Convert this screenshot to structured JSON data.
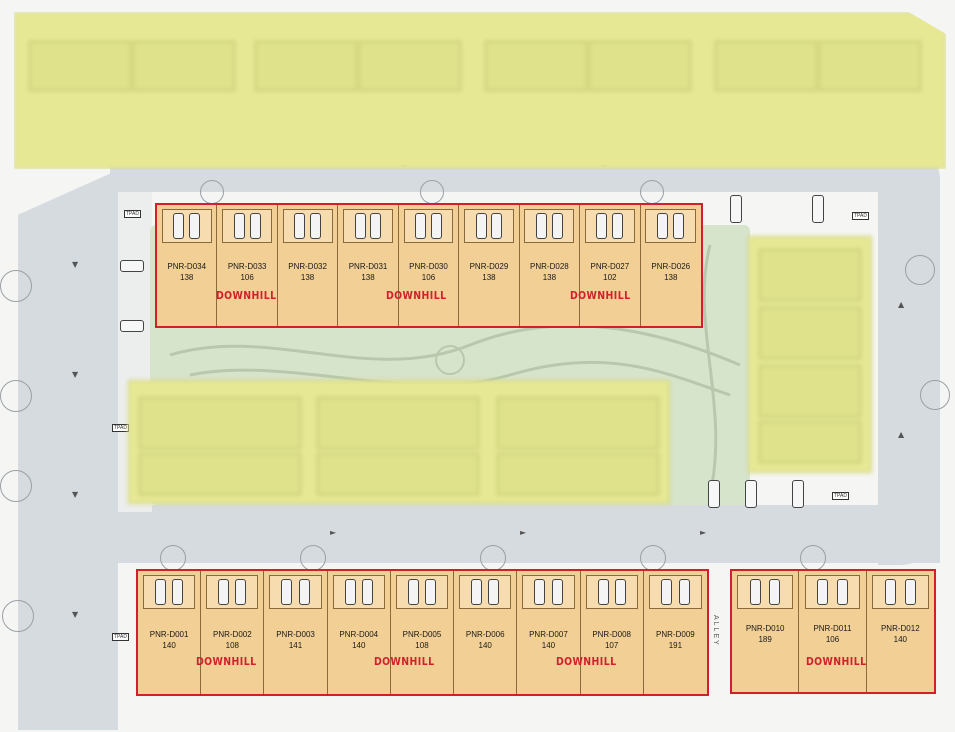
{
  "downhill_label": "DOWNHILL",
  "alley_label": "ALLEY",
  "tpad_label": "TPAD",
  "colors": {
    "highlight_border": "#d21f2b",
    "lot_fill": "#f1cf95",
    "blurred_block": "#e6e894",
    "road": "#d6dbe0",
    "green_space": "#d7e4cc"
  },
  "blocks": {
    "north": [
      {
        "id": "PNR-D034",
        "area": "138"
      },
      {
        "id": "PNR-D033",
        "area": "106"
      },
      {
        "id": "PNR-D032",
        "area": "138"
      },
      {
        "id": "PNR-D031",
        "area": "138"
      },
      {
        "id": "PNR-D030",
        "area": "106"
      },
      {
        "id": "PNR-D029",
        "area": "138"
      },
      {
        "id": "PNR-D028",
        "area": "138"
      },
      {
        "id": "PNR-D027",
        "area": "102"
      },
      {
        "id": "PNR-D026",
        "area": "138"
      }
    ],
    "south_west": [
      {
        "id": "PNR-D001",
        "area": "140"
      },
      {
        "id": "PNR-D002",
        "area": "108"
      },
      {
        "id": "PNR-D003",
        "area": "141"
      },
      {
        "id": "PNR-D004",
        "area": "140"
      },
      {
        "id": "PNR-D005",
        "area": "108"
      },
      {
        "id": "PNR-D006",
        "area": "140"
      },
      {
        "id": "PNR-D007",
        "area": "140"
      },
      {
        "id": "PNR-D008",
        "area": "107"
      },
      {
        "id": "PNR-D009",
        "area": "191"
      }
    ],
    "south_east": [
      {
        "id": "PNR-D010",
        "area": "189"
      },
      {
        "id": "PNR-D011",
        "area": "106"
      },
      {
        "id": "PNR-D012",
        "area": "140"
      }
    ]
  }
}
